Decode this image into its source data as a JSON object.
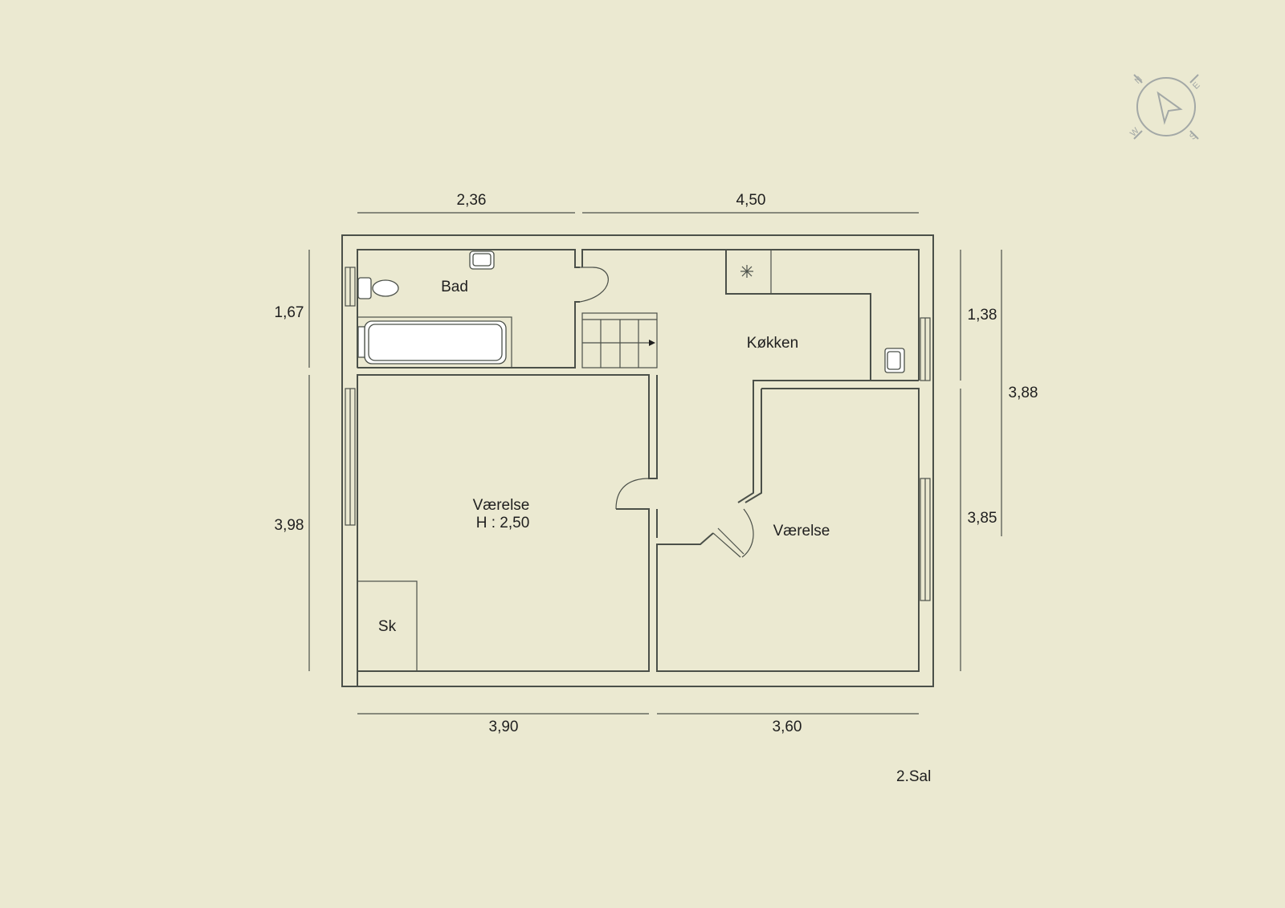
{
  "rooms": {
    "bad": "Bad",
    "kokken": "Køkken",
    "vaerelse_left": "Værelse",
    "vaerelse_left_height": "H : 2,50",
    "vaerelse_right": "Værelse",
    "skab": "Sk"
  },
  "dimensions": {
    "top_left": "2,36",
    "top_right": "4,50",
    "left_upper": "1,67",
    "left_lower": "3,98",
    "right_upper": "1,38",
    "right_lower": "3,85",
    "right_total": "3,88",
    "bottom_left": "3,90",
    "bottom_right": "3,60"
  },
  "floor_label": "2.Sal",
  "compass": {
    "n": "N",
    "e": "E",
    "s": "S",
    "w": "W"
  },
  "colors": {
    "background": "#ebe9d1",
    "wall": "#4b5049",
    "compass": "#a3a8a6"
  }
}
